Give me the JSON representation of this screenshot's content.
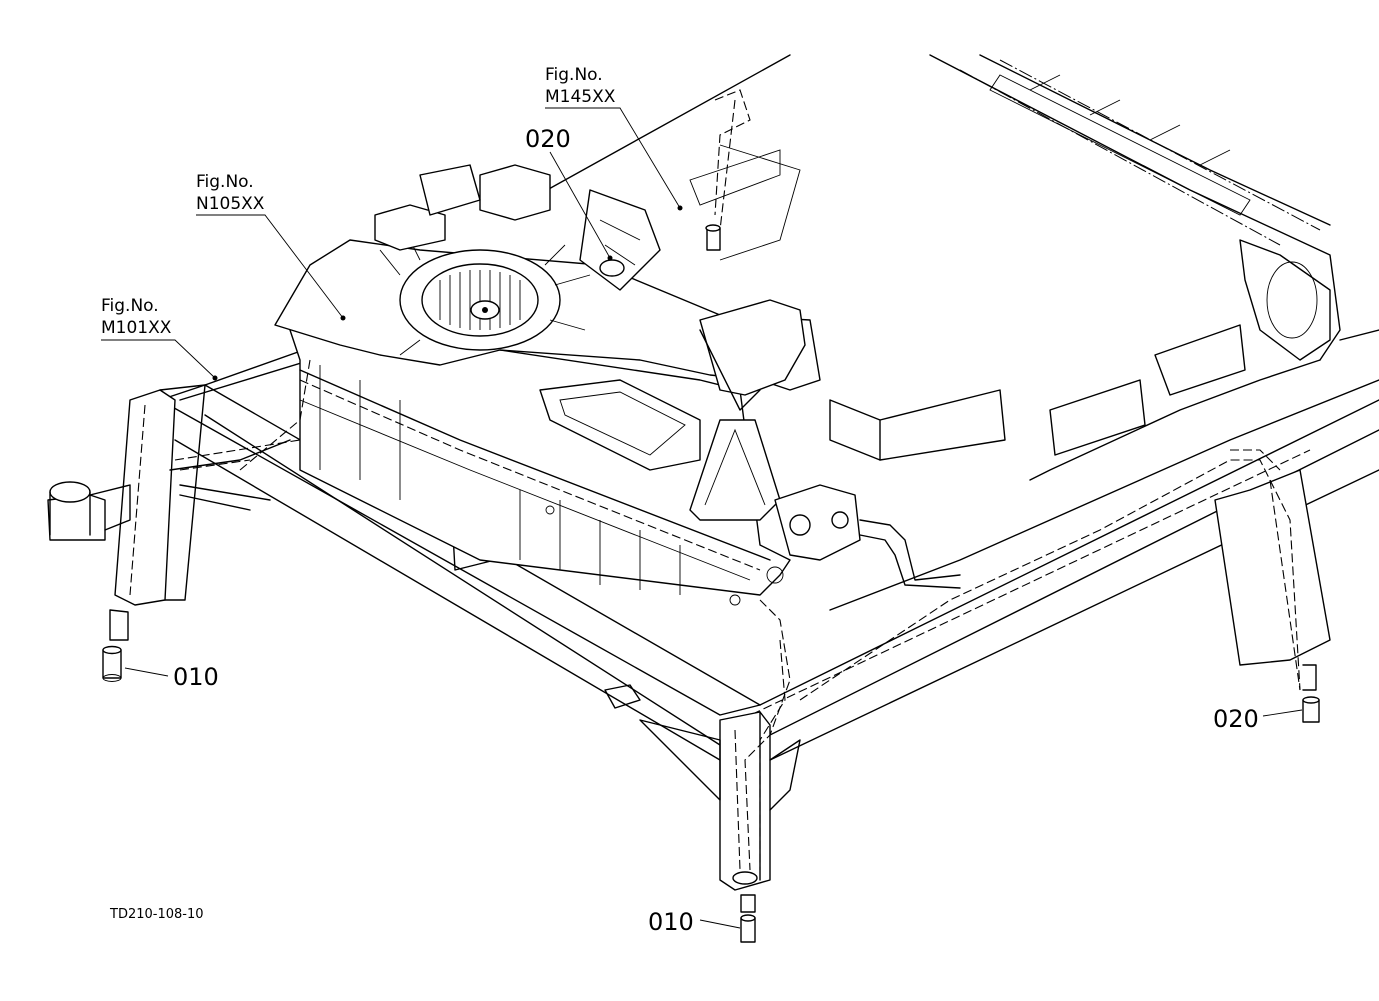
{
  "callouts": {
    "fig_m145": {
      "line1": "Fig.No.",
      "line2": "M145XX"
    },
    "fig_n105": {
      "line1": "Fig.No.",
      "line2": "N105XX"
    },
    "fig_m101": {
      "line1": "Fig.No.",
      "line2": "M101XX"
    },
    "part_020_top": "020",
    "part_010_left": "010",
    "part_020_right": "020",
    "part_010_bottom": "010"
  },
  "drawing_code": "TD210-108-10"
}
